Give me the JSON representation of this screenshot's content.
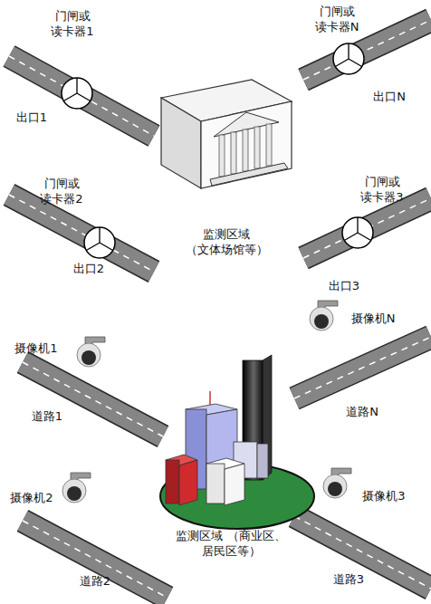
{
  "diagram": {
    "labels": [
      "门闸或 读卡器1",
      "门闸或 读卡器N",
      "出口1",
      "出口N",
      "门闸或 读卡器2",
      "门闸或 读卡器3",
      "监测区域 （文体场馆等）",
      "出口2",
      "出口3",
      "摄像机N",
      "摄像机1",
      "道路1",
      "道路N",
      "摄像机2",
      "摄像机3",
      "监测区域 （商业区、居民区等）",
      "道路2",
      "道路3"
    ]
  }
}
